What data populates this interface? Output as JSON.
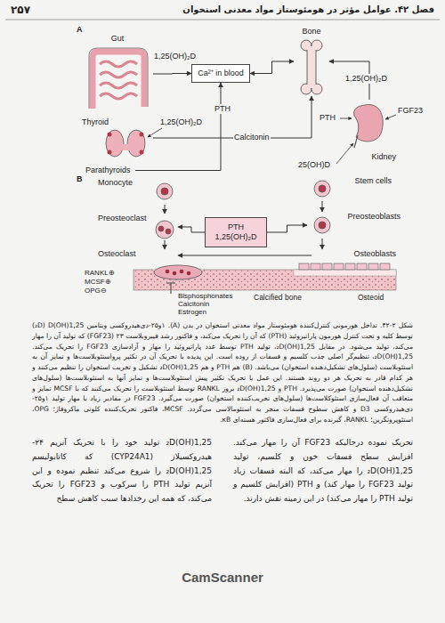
{
  "diagram": {
    "caption": "شکل ۲-۴۲. تداخل هورمونی کنترل‌کننده هومئوستاز مواد معدنی استخوان در بدن (A). ۱و۲۵-دی‌هیدروکسی ویتامین 1,25(OH)₂D) D) توسط کلیه و تحت کنترل هورمون پاراتیروئید (PTH) که آن را تحریک می‌کند، و فاکتور رشد فیبروبلاست ۲۳ (FGF23) که تولید آن را مهار می‌کند، تولید می‌شود. در مقابل 1,25(OH)₂D، تولید PTH توسط غدد پاراتیروئید را مهار و آزادسازی FGF23 را تحریک می‌کند. 1,25(OH)₂D، تنظیم‌گر اصلی جذب کلسیم و فسفات از روده است. این پدیده با تحریک آن در تکثیر پرواستئوبلاست‌ها و تمایز آن به استئوبلاست (سلول‌های تشکیل‌دهنده استخوان) می‌باشد. (B) هم PTH و هم 1,25(OH)₂D تشکیل و تخریب استخوان را تنظیم می‌کنند و هر کدام قادر به تحریک هر دو روند هستند. این عمل با تحریک تکثیر پیش استئوبلاست‌ها و تمایز آنها به استئوبلاست‌ها (سلول‌های تشکیل‌دهنده استخوان) صورت می‌پذیرد. PTH و 1,25(OH)₂D بروز RANKL توسط استئوبلاست را تحریک می‌کنند که با MCSF تمایز و متعاقب آن فعال‌سازی استئوکلاست‌ها (سلول‌های تخریب‌کننده استخوان) صورت می‌گیرد. FGF23 در مقادیر زیاد با مهار تولید ۱و۲۵-دی‌هیدروکسی D3 و کاهش سطوح فسفات منجر به استئومالاسی می‌گردد. MCSF، فاکتور تحریک‌کننده کلونی ماکروفاژ؛ OPG، استئوپروتگرین؛ RANKL، گیرنده برای فعال‌سازی فاکتور هسته‌ای κB.",
    "nodes": [
      {
        "text": [
          "Gut"
        ]
      },
      {
        "text": [
          "Ca²⁺ in blood"
        ]
      },
      {
        "text": [
          "Bone"
        ]
      },
      {
        "text": [
          "Thyroid"
        ]
      },
      {
        "text": [
          "Parathyroids"
        ]
      },
      {
        "text": [
          "Kidney"
        ]
      },
      {
        "text": [
          "Monocyte"
        ]
      },
      {
        "text": [
          "Stem cells"
        ]
      },
      {
        "text": [
          "Preosteoclast"
        ]
      },
      {
        "text": [
          "PTH 1,25(OH)₂D"
        ]
      },
      {
        "text": [
          "Preosteoblasts"
        ]
      },
      {
        "text": [
          "Osteoclast"
        ]
      },
      {
        "text": [
          "Osteoblasts"
        ]
      }
    ],
    "edges": [
      {
        "from": 0,
        "to": 1,
        "arrow": "to",
        "label": "1,25(OH)₂D"
      },
      {
        "from": 1,
        "to": 2,
        "arrow": "both"
      },
      {
        "from": 4,
        "to": 1,
        "arrow": "to",
        "label": "PTH"
      },
      {
        "from": 3,
        "to": 2,
        "arrow": "to",
        "label": "Calcitonin"
      },
      {
        "from": 5,
        "to": 2,
        "arrow": "to",
        "label": "1,25(OH)₂D"
      },
      {
        "from": 6,
        "to": 8,
        "arrow": "to"
      },
      {
        "from": 8,
        "to": 11,
        "arrow": "to"
      },
      {
        "from": 7,
        "to": 10,
        "arrow": "to"
      },
      {
        "from": 10,
        "to": 12,
        "arrow": "to"
      },
      {
        "from": 9,
        "to": 10,
        "arrow": "to"
      },
      {
        "from": 9,
        "to": 8,
        "arrow": "to"
      },
      {
        "from": 12,
        "to": 11,
        "arrow": "to"
      }
    ],
    "labels": [
      "۲۵۷",
      "فصل ۴۲. عوامل مؤثر در هومئوستاز مواد معدنی استخوان",
      "A",
      "1,25(OH)₂D",
      "PTH",
      "FGF23",
      "25(OH)D",
      "B",
      "RANKL⊕",
      "MCSF⊕",
      "OPG⊖",
      "Bisphosphonates",
      "Calcitonin",
      "Estrogen",
      "Calcified bone",
      "Osteoid",
      "تحریک نموده درحالیکه FGF23 آن را مهار می‌کند. افزایش سطح فسفات خون و کلسیم، تولید 1,25(OH)₂D را مهار می‌کند، که البته فسفات زیاد تولید FGF23 را مهار کند) و PTH (افزایش کلسیم و تولید PTH را مهار می‌کند) در این زمینه نقش دارند.",
      "1,25(OH)₂D تولید خود را با تحریک آنزیم ۲۴- هیدروکسیلاز (CYP24A1) که کاتابولیسم 1,25(OH)₂D را شروع می‌کند تنظیم نموده و این آنزیم تولید PTH را سرکوب و FGF23 را تحریک می‌کند، که همه این رخدادها سبب کاهش سطح",
      "CamScanner"
    ]
  }
}
